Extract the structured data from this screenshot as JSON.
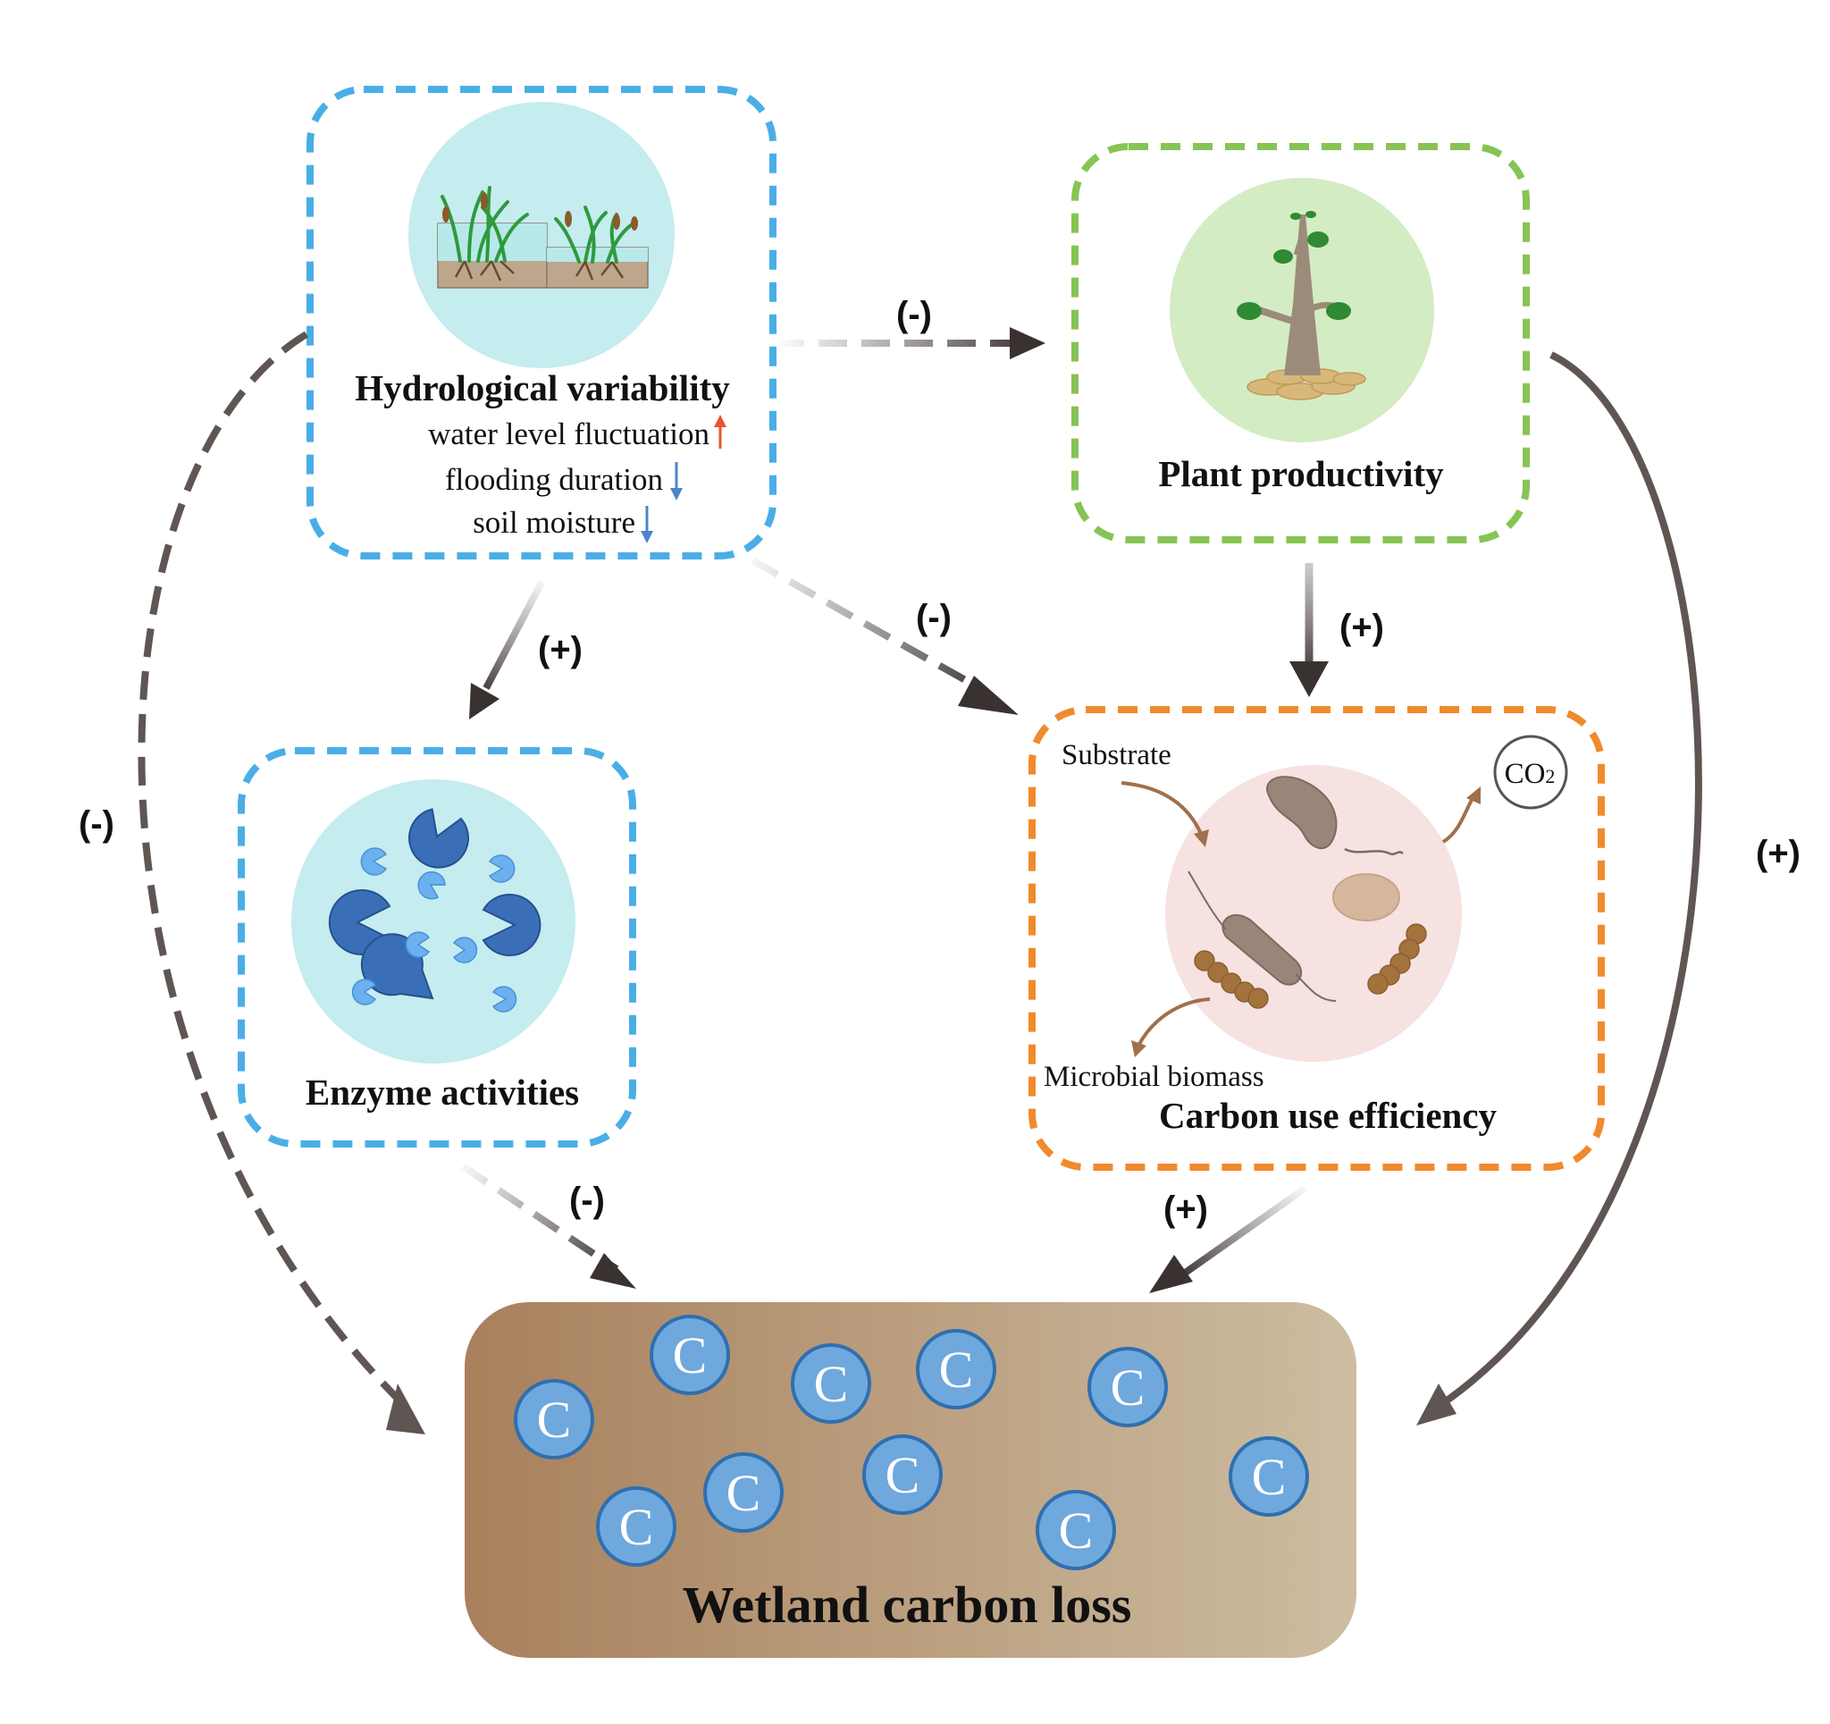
{
  "colors": {
    "hydro_box": "#4aaee6",
    "plant_box": "#86c454",
    "cue_box": "#f08a2c",
    "arrow": "#5f5654",
    "carbon_circle": "#6fa8dc",
    "carbon_bg_from": "#a8805c",
    "carbon_bg_to": "#cdbda2"
  },
  "hydrology": {
    "title": "Hydrological variability",
    "items": [
      {
        "label": "water level fluctuation",
        "trend": "up",
        "trend_color": "#e8542e"
      },
      {
        "label": "flooding duration",
        "trend": "down",
        "trend_color": "#4a86c8"
      },
      {
        "label": "soil moisture",
        "trend": "down",
        "trend_color": "#4a86c8"
      }
    ]
  },
  "plant": {
    "title": "Plant productivity"
  },
  "enzyme": {
    "title": "Enzyme activities"
  },
  "cue": {
    "title": "Carbon use efficiency",
    "substrate_label": "Substrate",
    "biomass_label": "Microbial biomass",
    "co2_label": "CO",
    "co2_subscript": "2"
  },
  "carbon_loss": {
    "title": "Wetland carbon loss",
    "circle_label": "C"
  },
  "links": [
    {
      "from": "hydrology",
      "to": "plant",
      "sign": "(-)",
      "style": "dashed"
    },
    {
      "from": "hydrology",
      "to": "enzyme",
      "sign": "(+)",
      "style": "solid"
    },
    {
      "from": "hydrology",
      "to": "cue",
      "sign": "(-)",
      "style": "dashed"
    },
    {
      "from": "hydrology",
      "to": "carbon_loss",
      "sign": "(-)",
      "style": "dashed"
    },
    {
      "from": "plant",
      "to": "cue",
      "sign": "(+)",
      "style": "solid"
    },
    {
      "from": "plant",
      "to": "carbon_loss",
      "sign": "(+)",
      "style": "solid"
    },
    {
      "from": "enzyme",
      "to": "carbon_loss",
      "sign": "(-)",
      "style": "dashed"
    },
    {
      "from": "cue",
      "to": "carbon_loss",
      "sign": "(+)",
      "style": "solid"
    }
  ]
}
